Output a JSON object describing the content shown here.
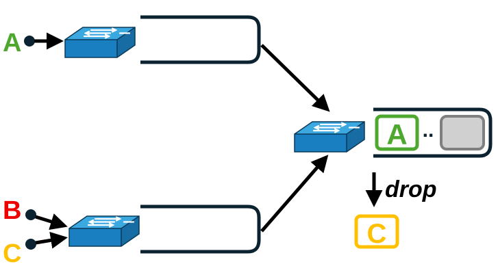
{
  "diagram": {
    "sources": [
      {
        "label": "A",
        "color": "#4ea72e"
      },
      {
        "label": "B",
        "color": "#ee0000"
      },
      {
        "label": "C",
        "color": "#ffc000"
      }
    ],
    "queue": {
      "packet_label": "A",
      "packet_color": "#4ea72e",
      "empty_slot_color": "#d0d0d0",
      "ellipsis": ".."
    },
    "drop": {
      "label": "drop",
      "packet_label": "C",
      "packet_color": "#ffc000"
    },
    "colors": {
      "switch_top": "#3ca8e0",
      "switch_side": "#1a7fc0",
      "link": "#0b2230",
      "arrow": "#000000"
    },
    "icons": [
      "network-switch-icon"
    ]
  }
}
